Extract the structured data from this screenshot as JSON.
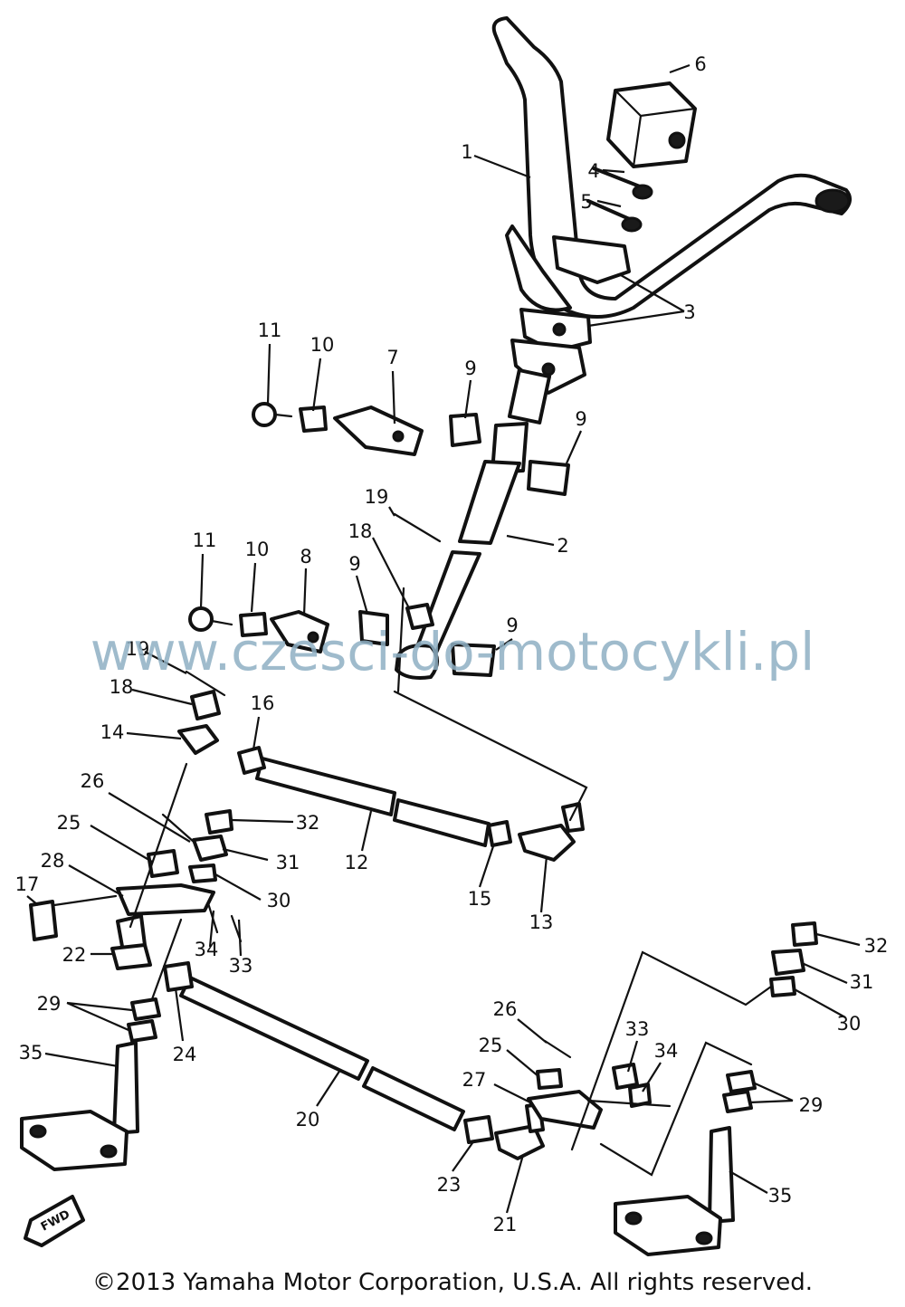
{
  "callouts": [
    {
      "n": "1"
    },
    {
      "n": "2"
    },
    {
      "n": "3"
    },
    {
      "n": "4"
    },
    {
      "n": "5"
    },
    {
      "n": "6"
    },
    {
      "n": "7"
    },
    {
      "n": "8"
    },
    {
      "n": "9"
    },
    {
      "n": "9"
    },
    {
      "n": "9"
    },
    {
      "n": "9"
    },
    {
      "n": "10"
    },
    {
      "n": "10"
    },
    {
      "n": "11"
    },
    {
      "n": "11"
    },
    {
      "n": "12"
    },
    {
      "n": "13"
    },
    {
      "n": "14"
    },
    {
      "n": "15"
    },
    {
      "n": "16"
    },
    {
      "n": "17"
    },
    {
      "n": "18"
    },
    {
      "n": "18"
    },
    {
      "n": "19"
    },
    {
      "n": "19"
    },
    {
      "n": "20"
    },
    {
      "n": "21"
    },
    {
      "n": "22"
    },
    {
      "n": "23"
    },
    {
      "n": "24"
    },
    {
      "n": "25"
    },
    {
      "n": "25"
    },
    {
      "n": "26"
    },
    {
      "n": "26"
    },
    {
      "n": "27"
    },
    {
      "n": "28"
    },
    {
      "n": "29"
    },
    {
      "n": "29"
    },
    {
      "n": "30"
    },
    {
      "n": "30"
    },
    {
      "n": "31"
    },
    {
      "n": "31"
    },
    {
      "n": "32"
    },
    {
      "n": "32"
    },
    {
      "n": "33"
    },
    {
      "n": "33"
    },
    {
      "n": "34"
    },
    {
      "n": "34"
    },
    {
      "n": "35"
    },
    {
      "n": "35"
    }
  ],
  "watermark": "www.czesci-do-motocykli.pl",
  "fwd_label": "FWD",
  "copyright": "©2013 Yamaha Motor Corporation, U.S.A. All rights reserved."
}
